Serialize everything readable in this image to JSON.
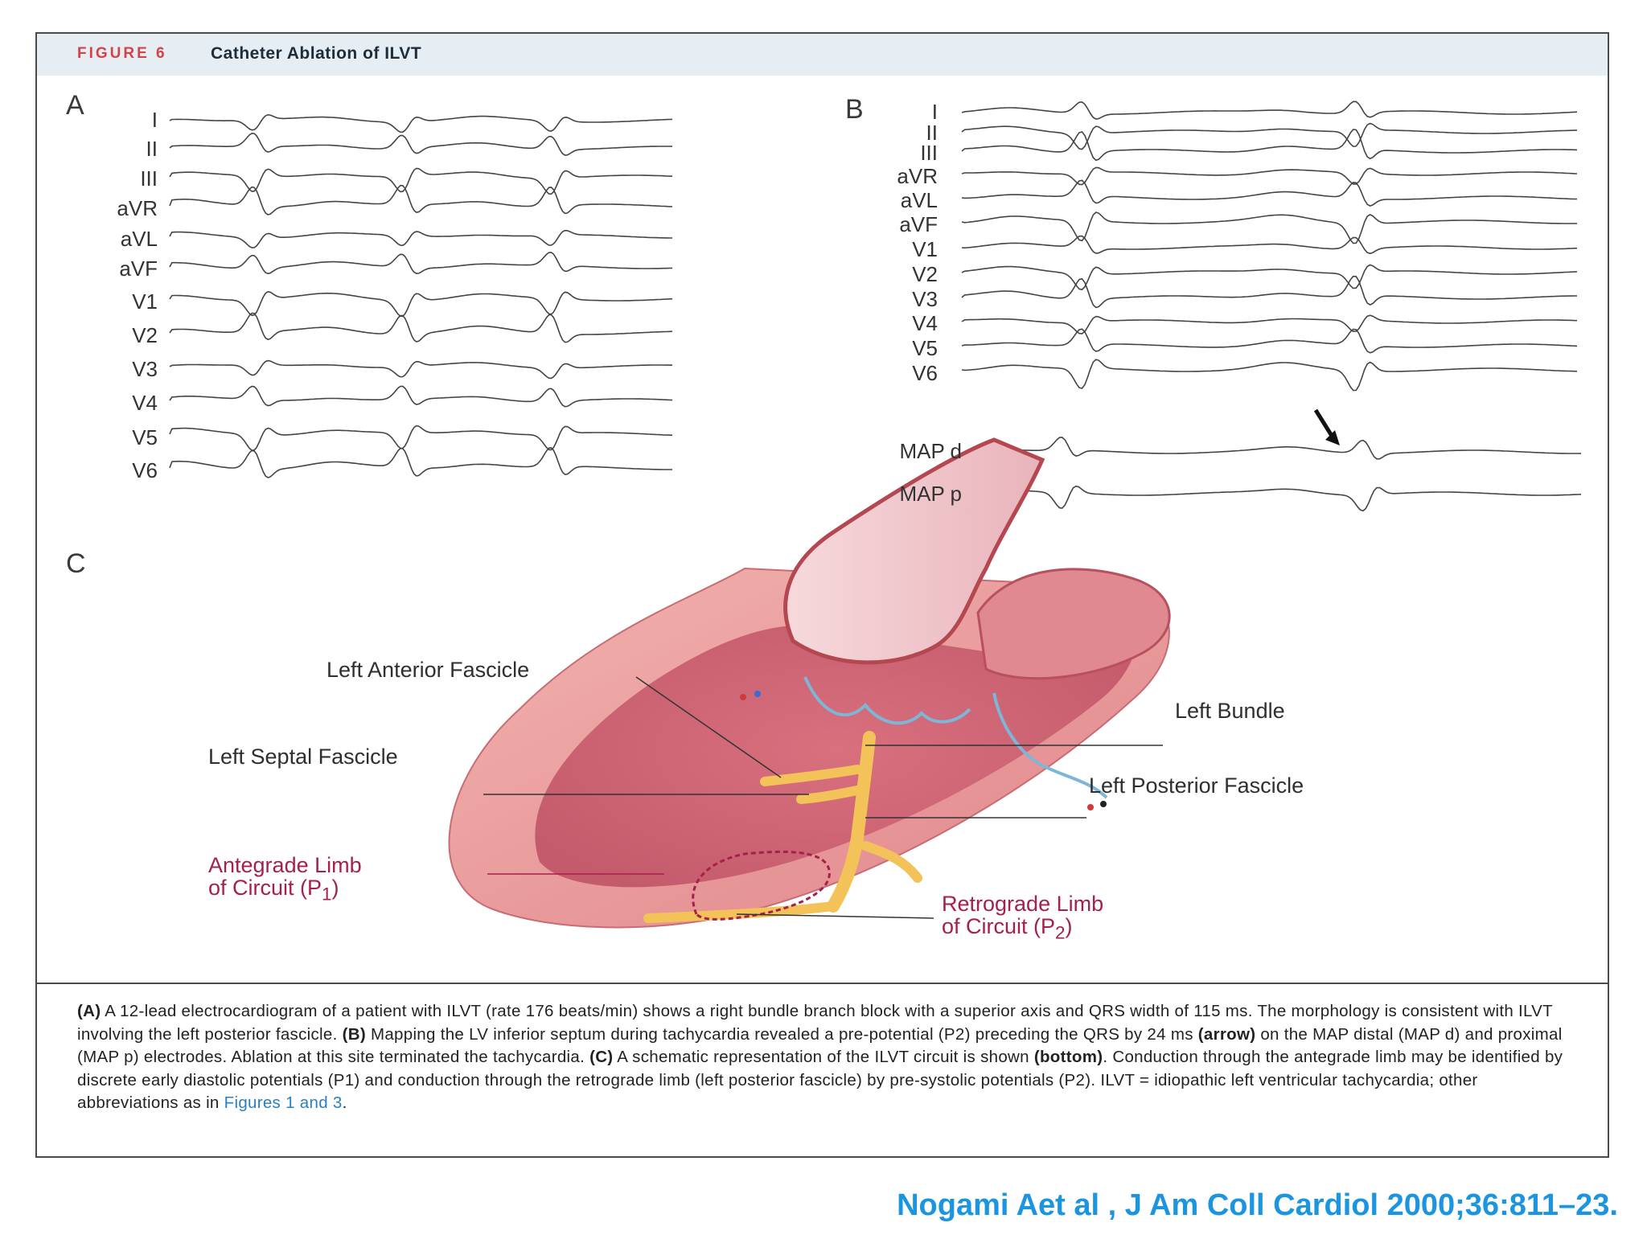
{
  "figure": {
    "label": "FIGURE 6",
    "title": "Catheter Ablation of ILVT"
  },
  "panel_a": {
    "letter": "A",
    "leads": [
      "I",
      "II",
      "III",
      "aVR",
      "aVL",
      "aVF",
      "V1",
      "V2",
      "V3",
      "V4",
      "V5",
      "V6"
    ]
  },
  "panel_b": {
    "letter": "B",
    "leads": [
      "I",
      "II",
      "III",
      "aVR",
      "aVL",
      "aVF",
      "V1",
      "V2",
      "V3",
      "V4",
      "V5",
      "V6"
    ],
    "map_d": "MAP d",
    "map_p": "MAP p"
  },
  "panel_c": {
    "letter": "C",
    "labels": {
      "left_anterior_fascicle": "Left Anterior Fascicle",
      "left_bundle": "Left Bundle",
      "left_septal_fascicle": "Left Septal Fascicle",
      "left_posterior_fascicle": "Left Posterior Fascicle",
      "antegrade_line1": "Antegrade Limb",
      "antegrade_line2": "of Circuit (P",
      "antegrade_sub": "1",
      "antegrade_close": ")",
      "retrograde_line1": "Retrograde Limb",
      "retrograde_line2": "of Circuit (P",
      "retrograde_sub": "2",
      "retrograde_close": ")"
    }
  },
  "caption": {
    "a_tag": "(A)",
    "a_text": " A 12-lead electrocardiogram of a patient with ILVT (rate 176 beats/min) shows a right bundle branch block with a superior axis and QRS width of 115 ms. The morphology is consistent with ILVT involving the left posterior fascicle. ",
    "b_tag": "(B)",
    "b_text": " Mapping the LV inferior septum during tachycardia revealed a pre-potential (P2) preceding the QRS by 24 ms ",
    "arrow_tag": "(arrow)",
    "b_text2": " on the MAP distal (MAP d) and proximal (MAP p) electrodes. Ablation at this site terminated the tachycardia. ",
    "c_tag": "(C)",
    "c_text": " A schematic representation of the ILVT circuit is shown ",
    "bottom_tag": "(bottom)",
    "c_text2": ". Conduction through the antegrade limb may be identified by discrete early diastolic potentials (P1) and conduction through the retrograde limb (left posterior fascicle) by pre-systolic potentials (P2). ILVT = idiopathic left ventricular tachycardia; other abbreviations as in ",
    "fig_ref": "Figures 1 and 3",
    "end": "."
  },
  "citation": "Nogami Aet al , J Am Coll Cardiol 2000;36:811–23.",
  "colors": {
    "accent_red": "#d4434a",
    "header_bg": "#e6edf3",
    "citation_blue": "#1b95e0",
    "fascicle_yellow": "#f3c35a",
    "myocardium": "#e79a98",
    "circuit_red": "#a5204b"
  }
}
